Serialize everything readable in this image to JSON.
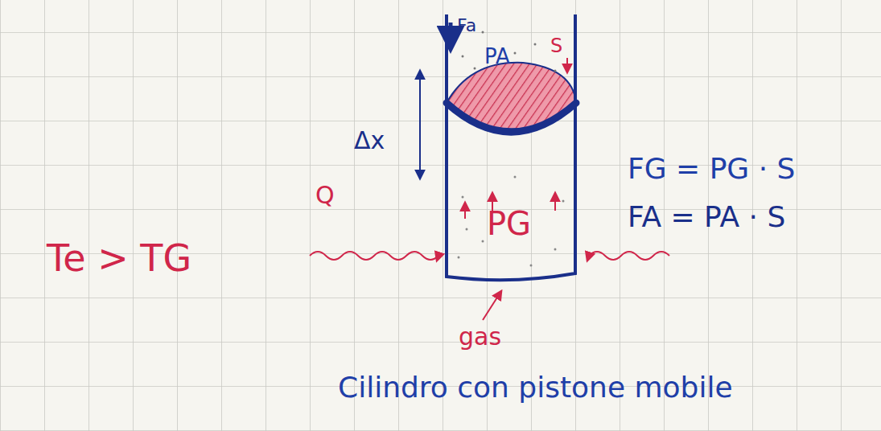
{
  "diagram": {
    "caption": "Cilindro con pistone mobile",
    "nodes": [
      {
        "text": [
          "PG"
        ]
      }
    ],
    "labels": [
      "Fa",
      "PA",
      "S",
      "Δx",
      "FG = PG · S",
      "FA = PA · S",
      "Te > TG",
      "Q",
      "gas"
    ]
  }
}
